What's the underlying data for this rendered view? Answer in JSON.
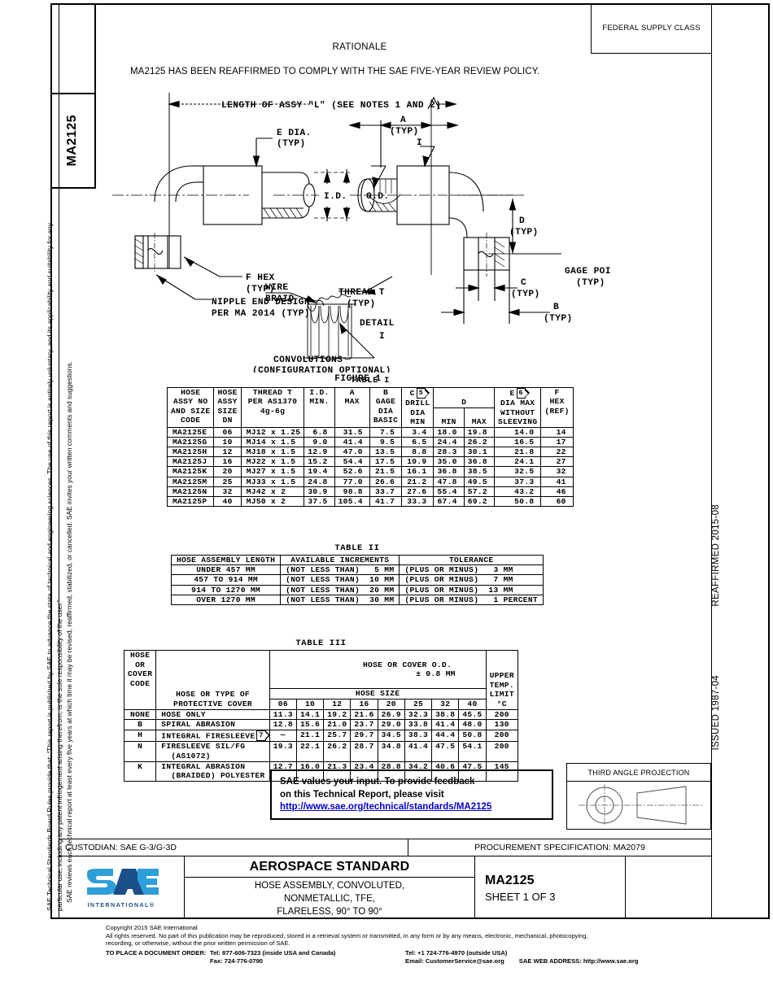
{
  "document": {
    "code": "MA2125",
    "federal_supply_class": "FEDERAL SUPPLY CLASS",
    "rationale_title": "RATIONALE",
    "rationale_text": "MA2125 HAS BEEN REAFFIRMED TO COMPLY WITH THE SAE FIVE-YEAR REVIEW POLICY.",
    "reaffirmed": "REAFFIRMED 2015-08",
    "issued": "ISSUED 1987-04"
  },
  "legal": {
    "para1": "SAE Technical Standards Board Rules provide that: “This report is published by SAE to advance the state of technical and engineering sciences. The use of this report is entirely voluntary, and its applicability and suitability for any particular use, including any patent infringement arising therefrom, is the sole responsibility of the user.”",
    "para2": "SAE reviews each technical report at least every five years at which time it may be revised, reaffirmed, stabilized, or cancelled. SAE invites your written comments and suggestions."
  },
  "figure": {
    "caption": "FIGURE 1",
    "labels": {
      "length": "LENGTH OF ASSY \"L\" (SEE NOTES 1 AND 2)",
      "e_dia": "E DIA.",
      "e_dia_typ": "(TYP)",
      "id": "I.D.",
      "od": "O.D.",
      "a": "A",
      "a_typ": "(TYP)",
      "d": "D",
      "d_typ": "(TYP)",
      "c": "C",
      "c_typ": "(TYP)",
      "b": "B",
      "b_typ": "(TYP)",
      "f_hex": "F HEX",
      "f_hex_typ": "(TYP)",
      "thread_t": "THREAD T",
      "thread_t_typ": "(TYP)",
      "gage_point": "GAGE POINT",
      "gage_point_typ": "(TYP)",
      "nipple1": "NIPPLE END DESIGN",
      "nipple2": "PER MA 2014 (TYP)",
      "wire": "WIRE",
      "braid": "BRAID",
      "detail": "DETAIL",
      "detail_i": "I",
      "callout_i": "I",
      "conv1": "CONVOLUTIONS",
      "conv2": "(CONFIGURATION OPTIONAL)"
    }
  },
  "table1": {
    "title": "TABLE I",
    "headers": {
      "c1": "HOSE\nASSY NO\nAND SIZE\nCODE",
      "c2": "HOSE\nASSY\nSIZE\nDN",
      "c3": "THREAD T\nPER AS1370\n4g-6g",
      "c4": "I.D.\nMIN.",
      "c5": "A\nMAX",
      "c6": "B\nGAGE\nDIA\nBASIC",
      "c7_top": "C",
      "c7_flag": "5",
      "c7": "DRILL\nDIA\nMIN",
      "c8": "D",
      "c8a": "MIN",
      "c8b": "MAX",
      "c9_top": "E",
      "c9_flag": "6",
      "c9": "DIA MAX\nWITHOUT\nSLEEVING",
      "c10": "F\nHEX\n(REF)"
    },
    "rows": [
      [
        "MA2125E",
        "06",
        "MJ12 x 1.25",
        "6.8",
        "31.5",
        "7.5",
        "3.4",
        "18.0",
        "19.8",
        "14.0",
        "14"
      ],
      [
        "MA2125G",
        "10",
        "MJ14 x 1.5",
        "9.0",
        "41.4",
        "9.5",
        "6.5",
        "24.4",
        "26.2",
        "16.5",
        "17"
      ],
      [
        "MA2125H",
        "12",
        "MJ18 x 1.5",
        "12.9",
        "47.0",
        "13.5",
        "8.8",
        "28.3",
        "30.1",
        "21.8",
        "22"
      ],
      [
        "MA2125J",
        "16",
        "MJ22 x 1.5",
        "15.2",
        "54.4",
        "17.5",
        "10.9",
        "35.0",
        "36.8",
        "24.1",
        "27"
      ],
      [
        "MA2125K",
        "20",
        "MJ27 x 1.5",
        "19.4",
        "52.6",
        "21.5",
        "16.1",
        "36.8",
        "38.5",
        "32.5",
        "32"
      ],
      [
        "MA2125M",
        "25",
        "MJ33 x 1.5",
        "24.8",
        "77.0",
        "26.6",
        "21.2",
        "47.8",
        "49.5",
        "37.3",
        "41"
      ],
      [
        "MA2125N",
        "32",
        "MJ42 x 2",
        "30.9",
        "98.8",
        "33.7",
        "27.6",
        "55.4",
        "57.2",
        "43.2",
        "46"
      ],
      [
        "MA2125P",
        "40",
        "MJ50 x 2",
        "37.5",
        "105.4",
        "41.7",
        "33.3",
        "67.4",
        "69.2",
        "50.8",
        "60"
      ]
    ]
  },
  "table2": {
    "title": "TABLE II",
    "headers": [
      "HOSE ASSEMBLY LENGTH",
      "AVAILABLE INCREMENTS",
      "TOLERANCE"
    ],
    "rows": [
      [
        "UNDER 457 MM",
        "(NOT LESS THAN)   5 MM",
        "(PLUS OR MINUS)   3 MM"
      ],
      [
        "457 TO 914 MM",
        "(NOT LESS THAN)  10 MM",
        "(PLUS OR MINUS)   7 MM"
      ],
      [
        "914 TO 1270 MM",
        "(NOT LESS THAN)  20 MM",
        "(PLUS OR MINUS)  13 MM"
      ],
      [
        "OVER 1270 MM",
        "(NOT LESS THAN)  30 MM",
        "(PLUS OR MINUS)   1 PERCENT"
      ]
    ]
  },
  "table3": {
    "title": "TABLE III",
    "headers": {
      "code": "HOSE\nOR\nCOVER\nCODE",
      "cover": "HOSE OR TYPE OF\nPROTECTIVE COVER",
      "od": "HOSE OR COVER O.D.",
      "tol": "± 0.8 MM",
      "hose_size": "HOSE SIZE",
      "upper": "UPPER\nTEMP.\nLIMIT\n°C",
      "sizes": [
        "06",
        "10",
        "12",
        "16",
        "20",
        "25",
        "32",
        "40"
      ]
    },
    "rows": [
      {
        "code": "NONE",
        "cover": "HOSE ONLY",
        "flag": "",
        "values": [
          "11.3",
          "14.1",
          "19.2",
          "21.6",
          "26.9",
          "32.3",
          "38.8",
          "45.5"
        ],
        "limit": "200"
      },
      {
        "code": "B",
        "cover": "SPIRAL ABRASION",
        "flag": "",
        "values": [
          "12.8",
          "15.6",
          "21.0",
          "23.7",
          "29.0",
          "33.8",
          "41.4",
          "48.0"
        ],
        "limit": "130"
      },
      {
        "code": "H",
        "cover": "INTEGRAL FIRESLEEVE",
        "flag": "7",
        "values": [
          "—",
          "21.1",
          "25.7",
          "29.7",
          "34.5",
          "38.3",
          "44.4",
          "50.8"
        ],
        "limit": "200"
      },
      {
        "code": "N",
        "cover": "FIRESLEEVE SIL/FG\n  (AS1072)",
        "flag": "",
        "values": [
          "19.3",
          "22.1",
          "26.2",
          "28.7",
          "34.8",
          "41.4",
          "47.5",
          "54.1"
        ],
        "limit": "200"
      },
      {
        "code": "K",
        "cover": "INTEGRAL ABRASION\n  (BRAIDED) POLYESTER",
        "flag": "",
        "values": [
          "12.7",
          "16.0",
          "21.3",
          "23.4",
          "28.8",
          "34.2",
          "40.6",
          "47.5"
        ],
        "limit": "145"
      }
    ]
  },
  "feedback": {
    "line1": "SAE values your input. To provide feedback",
    "line2": "on this Technical Report, please visit",
    "link": "http://www.sae.org/technical/standards/MA2125"
  },
  "third_angle": {
    "label": "THIRD ANGLE PROJECTION"
  },
  "title_block": {
    "custodian": "CUSTODIAN: SAE G-3/G-3D",
    "procurement": "PROCUREMENT SPECIFICATION: MA2079",
    "standard": "AEROSPACE STANDARD",
    "desc1": "HOSE ASSEMBLY, CONVOLUTED,",
    "desc2": "NONMETALLIC, TFE,",
    "desc3": "FLARELESS, 90° TO 90°",
    "number": "MA2125",
    "sheet": "SHEET 1 OF 3",
    "logo_text": "SAE",
    "logo_sub": "INTERNATIONAL®"
  },
  "footer": {
    "copyright": "Copyright 2015 SAE International",
    "rights1": "All rights reserved. No part of this publication may be reproduced, stored in a retrieval system or transmitted, in any form or by any means, electronic, mechanical, photocopying,",
    "rights2": "recording, or otherwise, without the prior written permission of SAE.",
    "order_label": "TO PLACE A DOCUMENT ORDER:",
    "tel_inside": "Tel: 877-606-7323 (inside USA and Canada)",
    "tel_outside": "Tel: +1 724-776-4970 (outside USA)",
    "fax": "Fax: 724-776-0790",
    "email": "Email: CustomerService@sae.org",
    "web": "SAE WEB ADDRESS: http://www.sae.org"
  },
  "colors": {
    "link": "#0000cc",
    "logo_blue_dark": "#1b4f8a",
    "logo_blue_light": "#2e9fd8"
  }
}
